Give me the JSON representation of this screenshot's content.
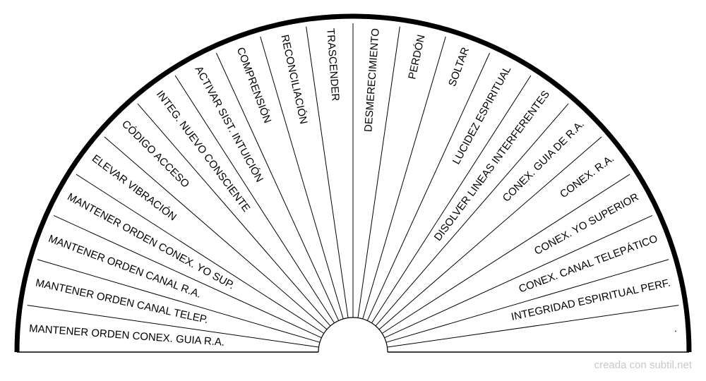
{
  "sectors": [
    "MANTENER ORDEN CONEX. GUIA R.A.",
    "MANTENER ORDEN CANAL TELEP.",
    "MANTENER ORDEN CANAL R.A.",
    "MANTENER ORDEN CONEX. YO SUP.",
    "ELEVAR VIBRACIÓN",
    "CÓDIGO ACCESO",
    "INTEG. NUEVO CONSCIENTE",
    "ACTIVAR SIST. INTUICIÓN",
    "COMPRENSIÓN",
    "RECONCILIACIÓN",
    "TRASCENDER",
    "DESMERECIMIENTO",
    "PERDÓN",
    "SOLTAR",
    "LUCIDEZ ESPIRITUAL",
    "DISOLVER LINEAS INTERFERENTES",
    "CONEX. GUIA DE R.A.",
    "CONEX. R.A.",
    "CONEX. YO SUPERIOR",
    "CONEX. CANAL TELEPÁTICO",
    "INTEGRIDAD ESPIRITUAL PERF.",
    "."
  ],
  "credit": "creada con subtil.net",
  "colors": {
    "line": "#000000",
    "background": "#ffffff",
    "credit": "#c8c8c8"
  }
}
